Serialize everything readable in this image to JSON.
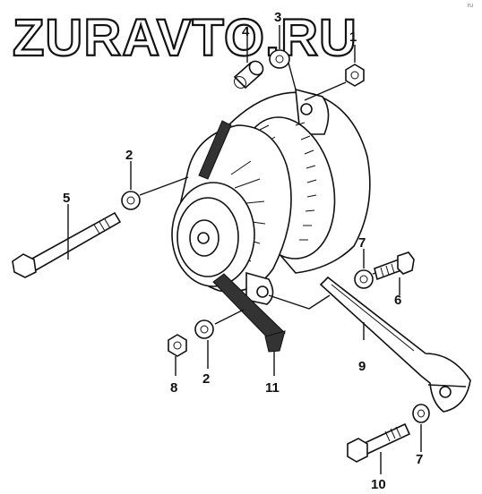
{
  "watermark": "ZURAVTO.RU",
  "corner_mark": "ru",
  "callouts": [
    "1",
    "2",
    "3",
    "4",
    "5",
    "2",
    "6",
    "7",
    "7",
    "8",
    "9",
    "10",
    "11"
  ]
}
